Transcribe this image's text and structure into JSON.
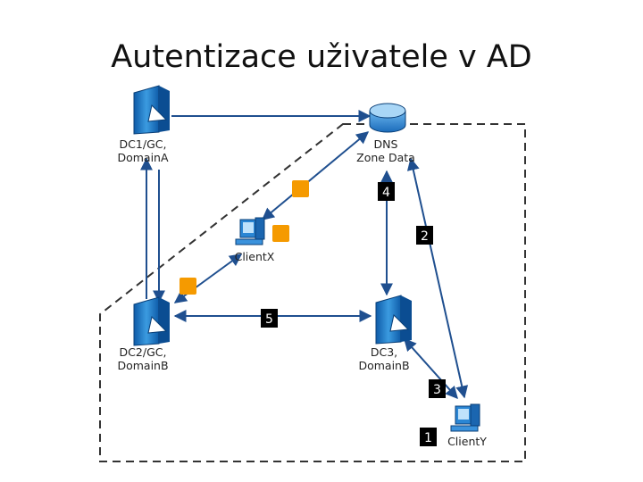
{
  "title": "Autentizace uživatele v AD",
  "nodes": {
    "dc1": {
      "line1": "DC1/GC,",
      "line2": "DomainA",
      "icon": "server-icon"
    },
    "dns": {
      "line1": "DNS",
      "line2": "Zone Data",
      "icon": "database-icon"
    },
    "clientx": {
      "line1": "ClientX",
      "icon": "workstation-icon"
    },
    "dc2": {
      "line1": "DC2/GC,",
      "line2": "DomainB",
      "icon": "server-icon"
    },
    "dc3": {
      "line1": "DC3,",
      "line2": "DomainB",
      "icon": "server-icon"
    },
    "clienty": {
      "line1": "ClientY",
      "icon": "workstation-icon"
    }
  },
  "steps": [
    "1",
    "2",
    "3",
    "4",
    "5"
  ],
  "colors": {
    "arrow": "#1f4f8f",
    "server": "#1f7ac9",
    "marker": "#f59a00",
    "badge": "#000000"
  }
}
